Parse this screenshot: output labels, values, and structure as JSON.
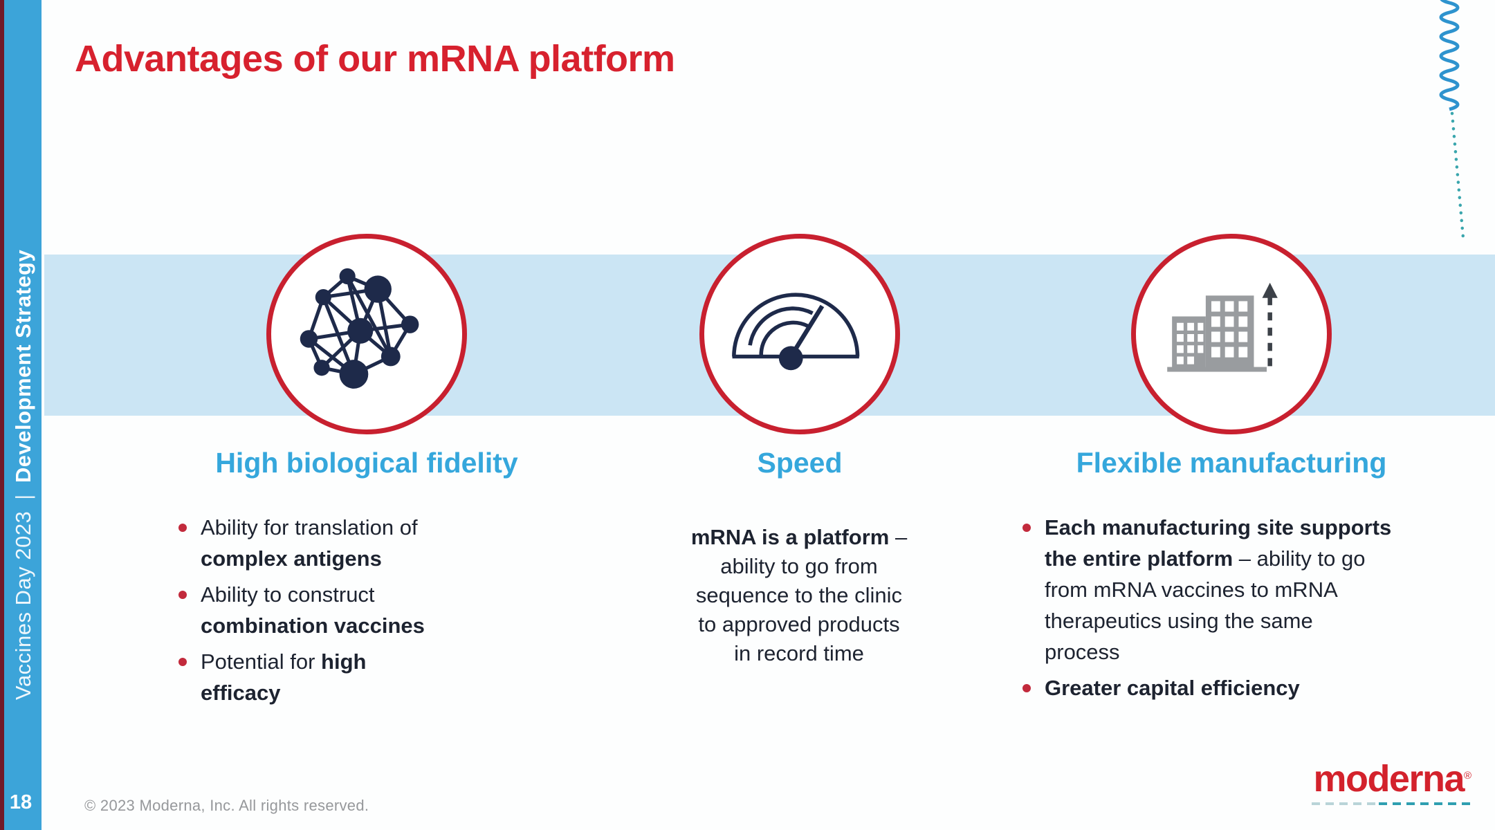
{
  "sidebar": {
    "event": "Vaccines Day 2023",
    "separator": "|",
    "track": "Development Strategy",
    "page_number": "18"
  },
  "title": "Advantages of our mRNA platform",
  "columns": [
    {
      "heading": "High biological fidelity",
      "icon": "network-icon",
      "bullets": [
        {
          "line1_pre": "Ability for translation of",
          "line1_bold": "",
          "line2_bold": "complex antigens"
        },
        {
          "line1_pre": "Ability to construct",
          "line1_bold": "",
          "line2_bold": "combination vaccines"
        },
        {
          "line1_pre": "Potential for ",
          "line1_bold": "high",
          "line2_bold": "efficacy"
        }
      ]
    },
    {
      "heading": "Speed",
      "icon": "speedometer-icon",
      "paragraph": {
        "bold": "mRNA is a platform",
        "bold_suffix": " –",
        "lines": [
          "ability to go from",
          "sequence to the clinic",
          "to approved products",
          "in record time"
        ]
      }
    },
    {
      "heading": "Flexible manufacturing",
      "icon": "buildings-icon",
      "bullets": [
        {
          "line1_bold": "Each manufacturing site supports",
          "line2_bold": "the entire platform",
          "line2_post": " – ability to go",
          "line3": "from mRNA vaccines to mRNA",
          "line4": "therapeutics using the same",
          "line5": "process"
        },
        {
          "line1_bold": "Greater capital efficiency"
        }
      ]
    }
  ],
  "footer": {
    "copyright": "© 2023 Moderna, Inc. All rights reserved.",
    "logo_text": "moderna",
    "logo_reg": "®"
  },
  "colors": {
    "sidebar_blue": "#3ca4d9",
    "edge_stripe_maroon": "#71192a",
    "title_red": "#d7212e",
    "band_light_blue": "#cbe5f4",
    "heading_blue": "#35a7dc",
    "body_text_navy": "#1d2330",
    "bullet_red": "#c22a3c",
    "circle_border_red": "#c8202f",
    "icon_navy": "#1e2a4a",
    "building_gray": "#999c9f",
    "logo_red": "#d3222c",
    "footer_gray": "#96989b",
    "squiggle_blue": "#2e93ce",
    "dotted_teal": "#3aa6ad"
  }
}
